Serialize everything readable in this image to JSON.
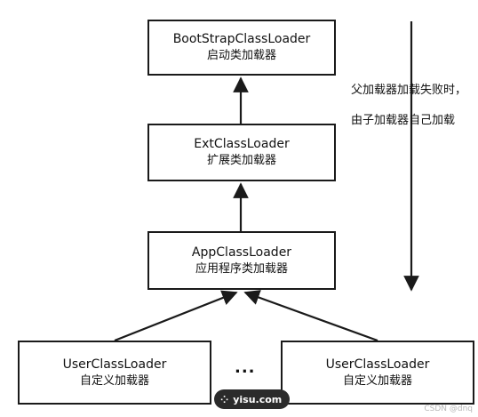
{
  "boxes": {
    "bootstrap": {
      "name": "BootStrapClassLoader",
      "cn": "启动类加载器"
    },
    "ext": {
      "name": "ExtClassLoader",
      "cn": "扩展类加载器"
    },
    "app": {
      "name": "AppClassLoader",
      "cn": "应用程序类加载器"
    },
    "user1": {
      "name": "UserClassLoader",
      "cn": "自定义加载器"
    },
    "user2": {
      "name": "UserClassLoader",
      "cn": "自定义加载器"
    }
  },
  "ellipsis": "...",
  "side_note": {
    "line1": "父加载器加载失败时，",
    "line2": "由子加载器自己加载"
  },
  "watermark": {
    "icon": "grid-dots-icon",
    "text": "yisu.com"
  },
  "credit": "CSDN @dnq",
  "colors": {
    "line": "#1a1a1a",
    "badge": "#2b2b2b"
  }
}
